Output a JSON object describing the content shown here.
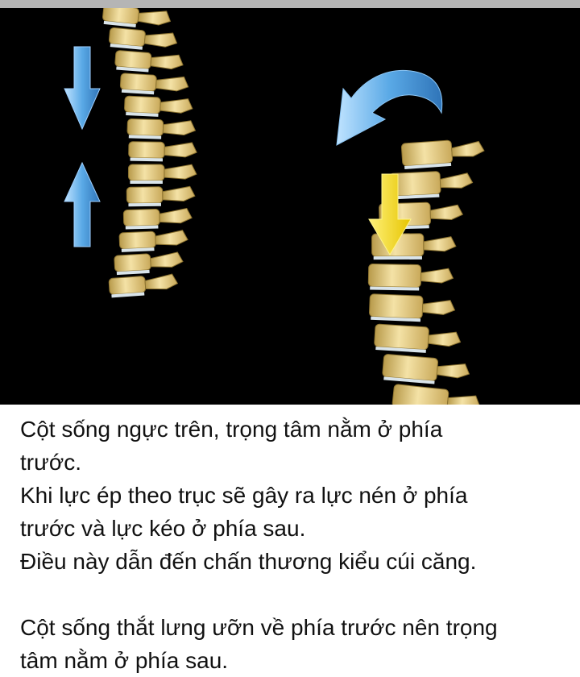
{
  "colors": {
    "background": "#ffffff",
    "image_background": "#000000",
    "bone": "#e9d08a",
    "disc": "#d9e4ea",
    "arrow_blue": "#5aa9e6",
    "arrow_yellow": "#f4dc1c",
    "text": "#111111"
  },
  "figure": {
    "icons": [
      "spine-illustration",
      "compression-arrow-icon",
      "rotation-arrow-icon"
    ]
  },
  "caption": {
    "line1": "Cột sống ngực trên, trọng tâm nằm ở phía",
    "line2": "trước.",
    "line3": "Khi lực ép theo trục sẽ gây ra lực nén ở phía",
    "line4": "trước và lực kéo ở phía sau.",
    "line5": "Điều này dẫn đến chấn thương kiểu cúi căng.",
    "line6": "Cột sống thắt lưng ưỡn về phía trước nên trọng",
    "line7": "tâm nằm ở phía sau."
  }
}
